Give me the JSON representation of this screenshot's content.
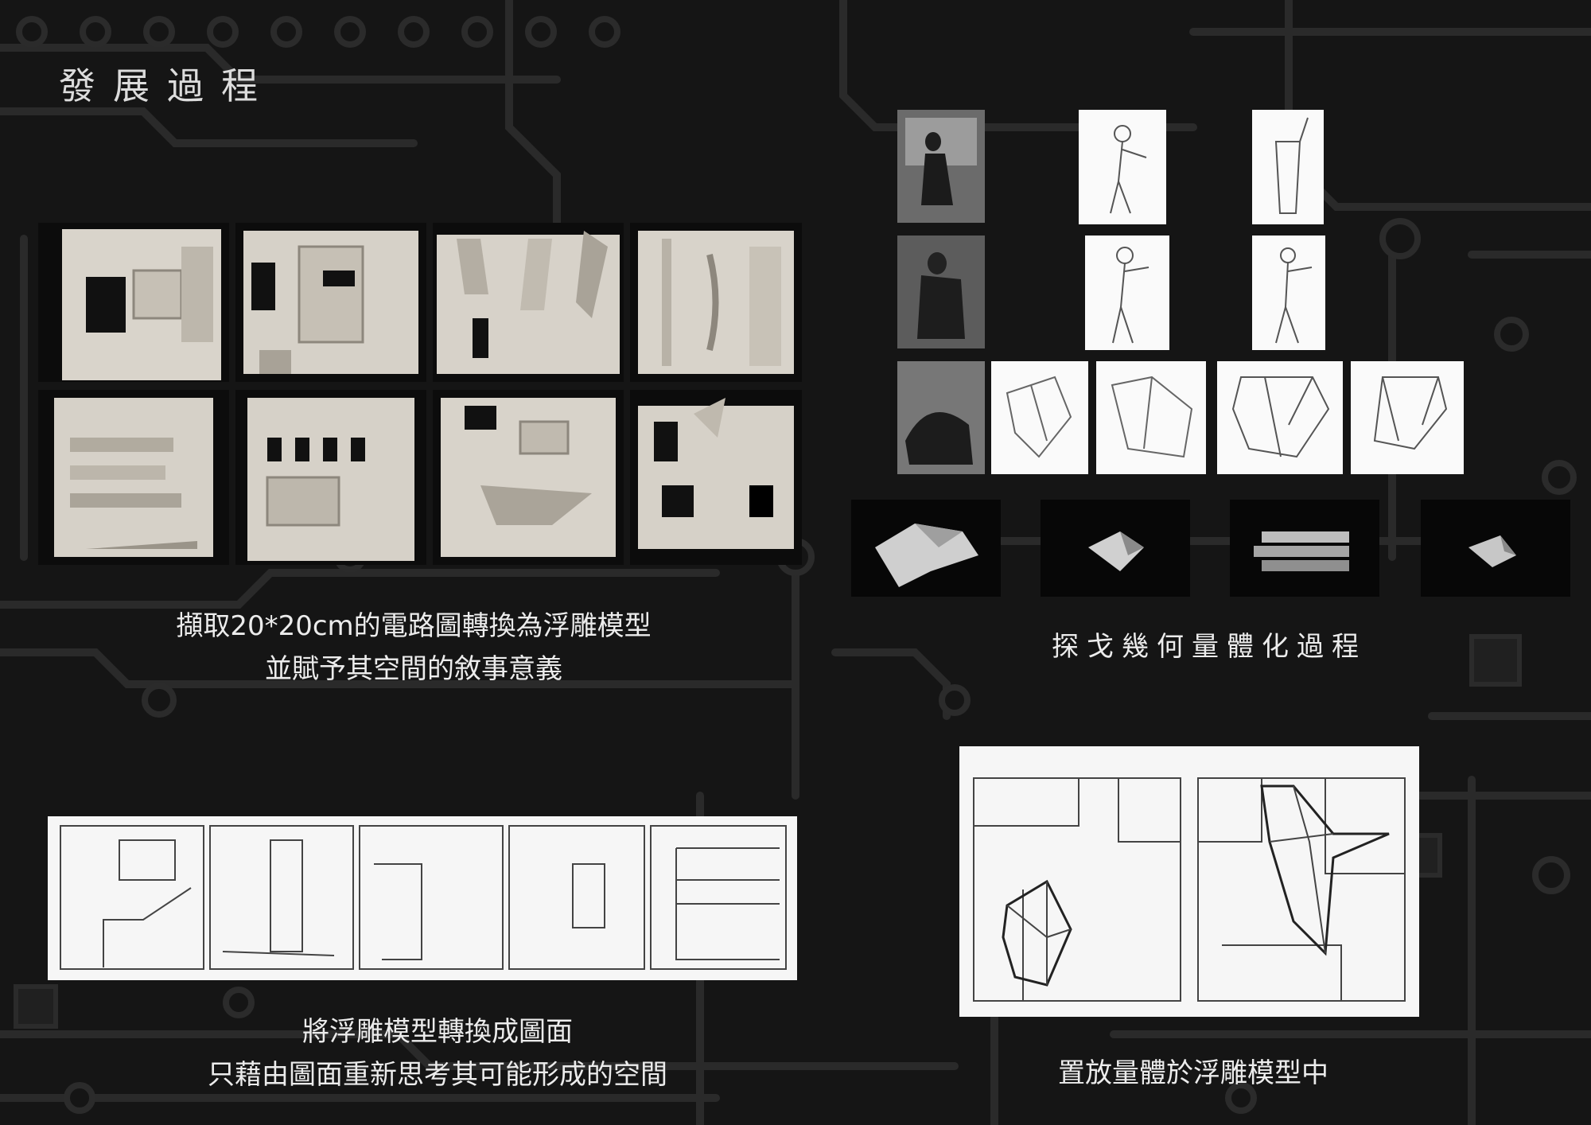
{
  "page": {
    "title": "發展過程"
  },
  "captions": {
    "relief_line1": "擷取20*20cm的電路圖轉換為浮雕模型",
    "relief_line2": "並賦予其空間的敘事意義",
    "tango": "探戈幾何量體化過程",
    "drawing_line1": "將浮雕模型轉換成圖面",
    "drawing_line2": "只藉由圖面重新思考其可能形成的空間",
    "placement": "置放量體於浮雕模型中"
  },
  "colors": {
    "background": "#141414",
    "circuit_trace": "#2b2b2b",
    "paper_model": "#d9d4cb",
    "text": "#ececec"
  },
  "panels": {
    "relief_models": {
      "count": 8
    },
    "dance_photos": {
      "count": 3
    },
    "figure_sketches": {
      "count": 4
    },
    "geometry_sketches": {
      "count": 4
    },
    "mass_models": {
      "count": 4
    },
    "plan_drawings": {
      "count": 5
    }
  }
}
